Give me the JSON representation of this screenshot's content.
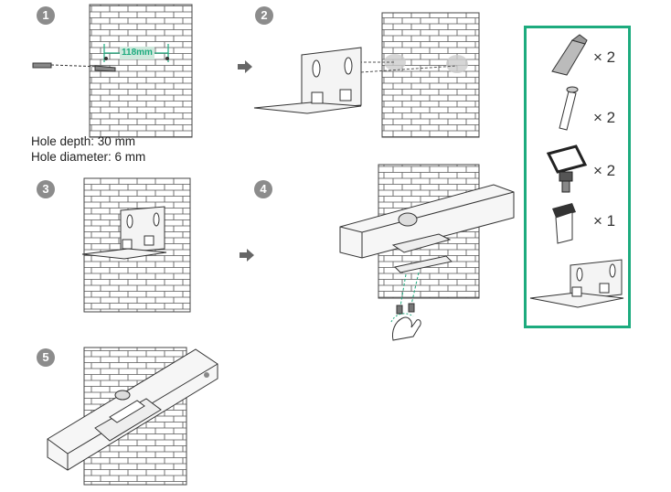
{
  "steps": [
    "1",
    "2",
    "3",
    "4",
    "5"
  ],
  "measure": "118mm",
  "notes": {
    "hole_depth": "Hole depth: 30 mm",
    "hole_diameter": "Hole diameter: 6 mm"
  },
  "kit": {
    "anchor_qty": "× 2",
    "screw_qty": "× 2",
    "loop_qty": "× 2",
    "knob_qty": "× 1"
  },
  "colors": {
    "accent": "#1dab7e",
    "badge": "#8c8c8c",
    "line": "#333333"
  },
  "icons": [
    "wall-anchor-icon",
    "screw-icon",
    "loop-bracket-icon",
    "thumb-screw-icon",
    "mount-bracket-icon",
    "hand-icon",
    "next-arrow-icon"
  ]
}
